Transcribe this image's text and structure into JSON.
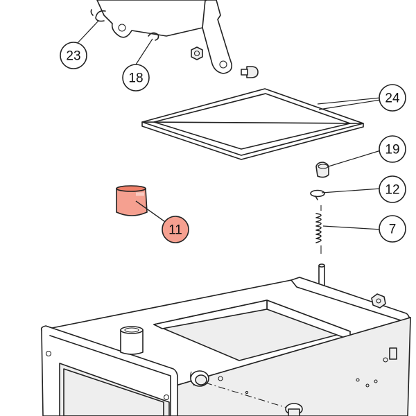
{
  "diagram": {
    "highlight_color": "#f0806a",
    "highlight_fill": "#f5a090",
    "callouts": [
      {
        "id": "c23",
        "label": "23"
      },
      {
        "id": "c18",
        "label": "18"
      },
      {
        "id": "c24",
        "label": "24"
      },
      {
        "id": "c19",
        "label": "19"
      },
      {
        "id": "c12",
        "label": "12"
      },
      {
        "id": "c7",
        "label": "7"
      },
      {
        "id": "c11",
        "label": "11",
        "highlighted": true
      }
    ]
  }
}
